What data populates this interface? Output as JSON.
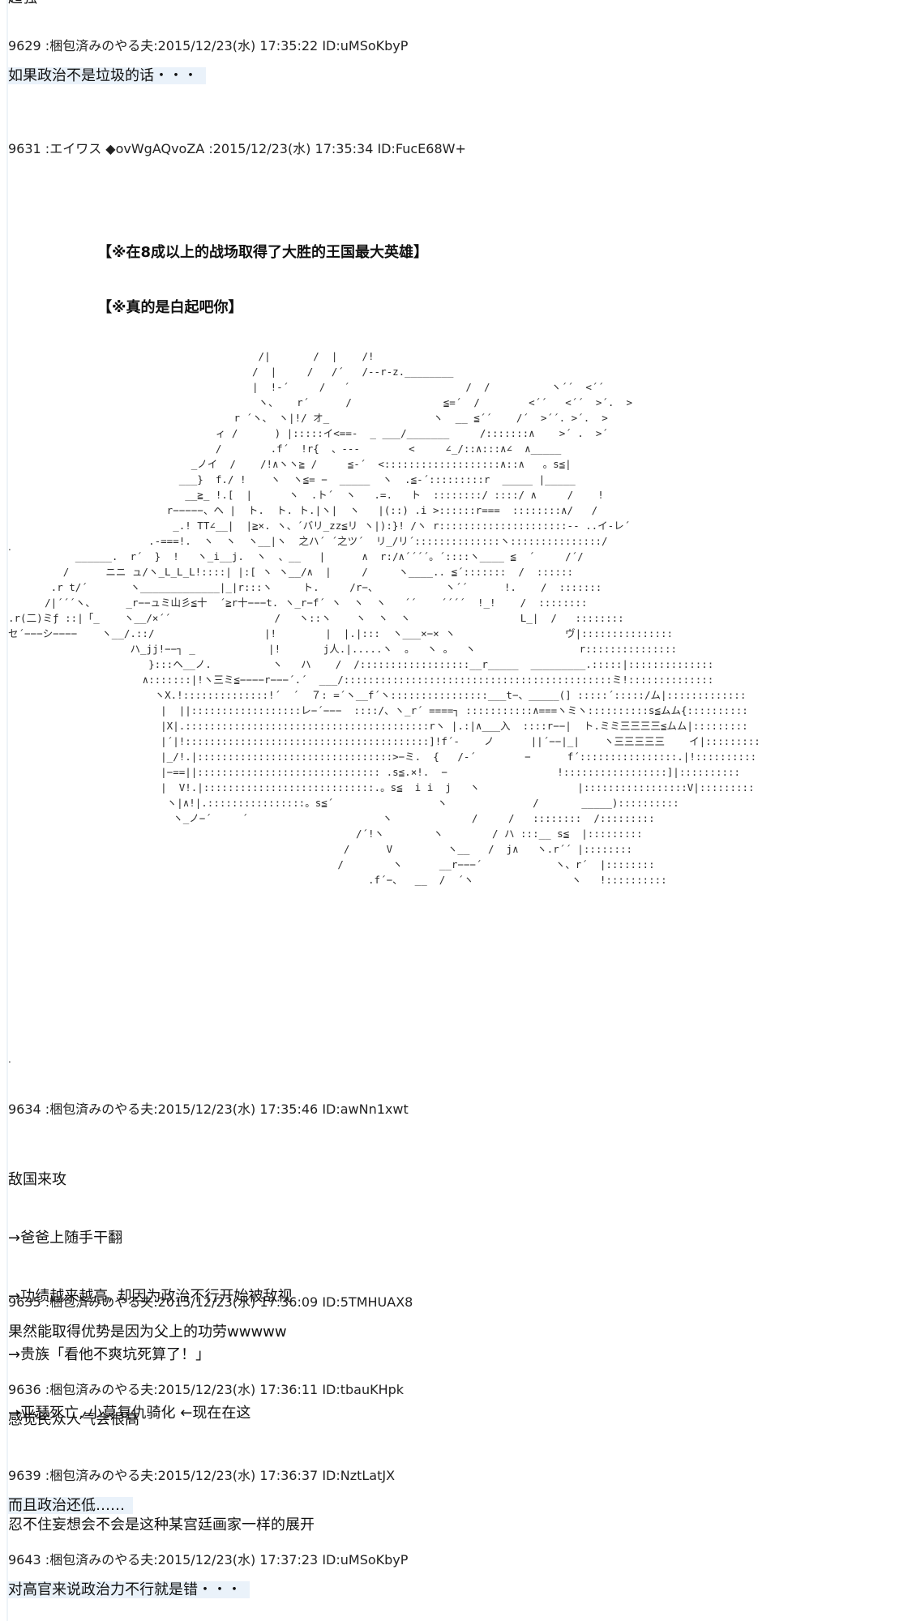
{
  "top_cut_text": "超强",
  "posts": [
    {
      "header": "9629 :梱包済みのやる夫:2015/12/23(水) 17:35:22 ID:uMSoKbyP",
      "lines": [
        "如果政治不是垃圾的话・・・"
      ]
    },
    {
      "header": "9631 :エイワス ◆ovWgAQvoZA :2015/12/23(水) 17:35:34 ID:FucE68W+",
      "captions": [
        "【※在8成以上的战场取得了大胜的王国最大英雄】",
        "【※真的是白起吧你】"
      ]
    },
    {
      "header": "9634 :梱包済みのやる夫:2015/12/23(水) 17:35:46 ID:awNn1xwt",
      "lines": [
        "敌国来攻",
        "→爸爸上随手干翻",
        "→功绩越来越高, 却因为政治不行开始被敌视",
        "→贵族「看他不爽坑死算了！」",
        "→亚瑟死亡, 小莫复仇骑化 ←现在在这",
        "",
        "忍不住妄想会不会是这种某宫廷画家一样的展开"
      ]
    },
    {
      "header": "9635 :梱包済みのやる夫:2015/12/23(水) 17:36:09 ID:5TMHUAX8",
      "lines": [
        "果然能取得优势是因为父上的功劳wwwww"
      ]
    },
    {
      "header": "9636 :梱包済みのやる夫:2015/12/23(水) 17:36:11 ID:tbauKHpk",
      "lines": [
        "感觉民众人气会很高"
      ]
    },
    {
      "header": "9639 :梱包済みのやる夫:2015/12/23(水) 17:36:37 ID:NztLatJX",
      "lines": [
        "而且政治还低……"
      ]
    },
    {
      "header": "9643 :梱包済みのやる夫:2015/12/23(水) 17:37:23 ID:uMSoKbyP",
      "lines": [
        "对高官来说政治力不行就是错・・・"
      ]
    }
  ],
  "ascii_art": [
    "                                         /|       /  |    /!",
    "                                        /  |     /   /´   /--r-z.________",
    "                                        |  !-´     /   ´                   /  /          ヽ´´  <´´",
    "                                         ヽ、   r´      /               ≦=´  /        <´´   <´´  >´.  >",
    "                                     r ´ヽ、 ヽ|!/ オ_                 ヽ  __ ≦´´    /´  >´´. >´.  >",
    "                                  ィ /      ) |:::::イ<==-  _ ___/_______     /:::::::∧    >´ .  >´",
    "                                  /        .f´  !r{  、---        <     ∠_/::∧:::∧∠  ∧_____",
    "                              _ノイ  /    /!∧ヽヽ≧ /     ≦-´  <:::::::::::::::::::∧::∧   。s≦|",
    "                            ___}  f./ !    ヽ  ヽ≦= −  _____  ヽ  .≦-´:::::::::r  _____ |_____",
    "                             __≧_ !.[  |      ヽ  .ト´  ヽ   .=.   ト  ::::::::/ ::::/ ∧     /    !",
    "                          r−−−−−、ヘ |  ト.  ト. ト.|ヽ|  ヽ   |(::) .i >::::::r===  ::::::::∧/   /",
    "                           _.! TT∠__|  |≧×. ヽ、´バリ_zz≦リ ヽ|):}! /ヽ r:::::::::::::::::::::-- ..イ-レ´",
    "                       .-===!.  ヽ  ヽ  ヽ__|ヽ  之ハ´ ´之ツ´  リ_/リ´::::::::::::::ヽ:::::::::::::::/",
    "           ______.  r´  }  !   ヽ_i__j.  ヽ  、__   |      ∧  r:/∧´´´´。´::::ヽ____ ≦  ´     /´/",
    "         /      ニニ ュ/ヽ_L_L_L!::::| |:[ ヽ ヽ__/∧  |     /     ヽ____.. ≦´:::::::  /  ::::::",
    "       .r t/´       ヽ_____________|_|r:::ヽ     ト.     /r−、           ヽ´´      !.    /  :::::::",
    "      /|´´´ヽ、     _r−−ュミ山彡≦十  ´≧r十−−−t. ヽ_r−f´ ヽ  ヽ  ヽ   ´´    ´´´´  !_!    /  ::::::::",
    ".r(二)ミƒ ::|「_    ヽ__/×´´                 /   ヽ::ヽ    ヽ  ヽ  ヽ                  L_|  /   ::::::::",
    "セ´−−−シ−−−−    ヽ__/.::/                  |!        |  |.|:::  ヽ___×−× ヽ                  ヴ|:::::::::::::::",
    "                    ハ_jj!−−┐ _            |!       j人.|.....ヽ  。  ヽ 。  ヽ                 r:::::::::::::::",
    "                       }:::ヘ__ノ.          ヽ   ハ    /  /::::::::::::::::::__r_____  _________.:::::|::::::::::::::",
    "                      ∧:::::::|!ヽ三ミ≦−−−−r−−−´.´  ___/::::::::::::::::::::::::::::::::::::::::::::ミ!::::::::::::::",
    "                        ヽX.!::::::::::::::!´  ´  ７: =´ヽ__f´ヽ::::::::::::::::___t−、_____(] :::::´:::::/ム|:::::::::::::",
    "                         |  ||::::::::::::::::::レ−´−−−  ::::/、ヽ_r´ ====┐ :::::::::::∧===ヽミヽ::::::::::s≦ムム{::::::::::",
    "                         |X|.::::::::::::::::::::::::::::::::::::::::rヽ |.:|∧___入  ::::r−−|  ト.ミミ三三三三≦ムム|:::::::::",
    "                         |´|!::::::::::::::::::::::::::::::::::::::::]!f´-    ノ      ||´−−|_|    ヽ三三三三三    イ|:::::::::",
    "                         |_/!.|::::::::::::::::::::::::::::::::>−ミ.  {   /-´        −      f´::::::::::::::::.|!::::::::::",
    "                         |−==||:::::::::::::::::::::::::::::: .s≦.×!.  −                  !:::::::::::::::::]|::::::::::",
    "                         |  V!.|::::::::::::::::::::::::::::.。s≦  i i  j   ヽ                |:::::::::::::::::V|:::::::::",
    "                          ヽ|∧!|.::::::::::::::::。s≦´                 ヽ              /       _____)::::::::::",
    "                           ヽ_ノ−´     ´                      ヽ             /     /   ::::::::  /:::::::::",
    "                                                         /´!ヽ        ヽ        / ハ :::__ s≦  |:::::::::",
    "                                                       /      V         ヽ__   /  j∧   ヽ.r´´ |::::::::",
    "                                                      /        ヽ      __r−−−´            ヽ、r´  |::::::::",
    "                                                           .f´−、  __  /  ´ヽ                ヽ   !::::::::::"
  ]
}
